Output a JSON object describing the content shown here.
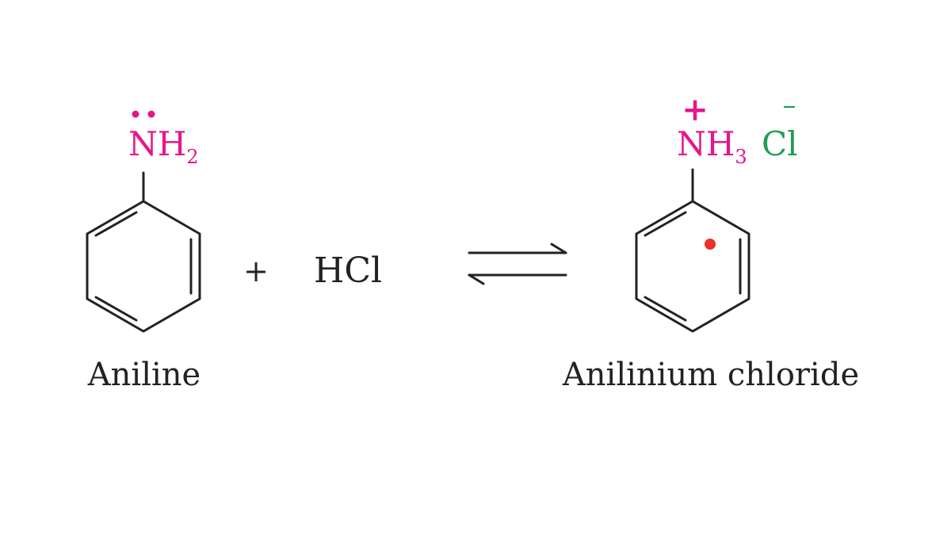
{
  "colors": {
    "ink": "#222222",
    "amine": "#e6168c",
    "chloride": "#1f9d55",
    "dot": "#e8312a"
  },
  "reactant": {
    "n_label": "N",
    "h_label": "H",
    "subscript": "2",
    "name": "Aniline"
  },
  "plus_sign": "+",
  "reagent": "HCl",
  "arrow": "equilibrium",
  "product": {
    "n_label": "N",
    "h_label": "H",
    "subscript": "3",
    "charge_plus": "+",
    "anion": "Cl",
    "charge_minus": "–",
    "name": "Anilinium chloride"
  }
}
